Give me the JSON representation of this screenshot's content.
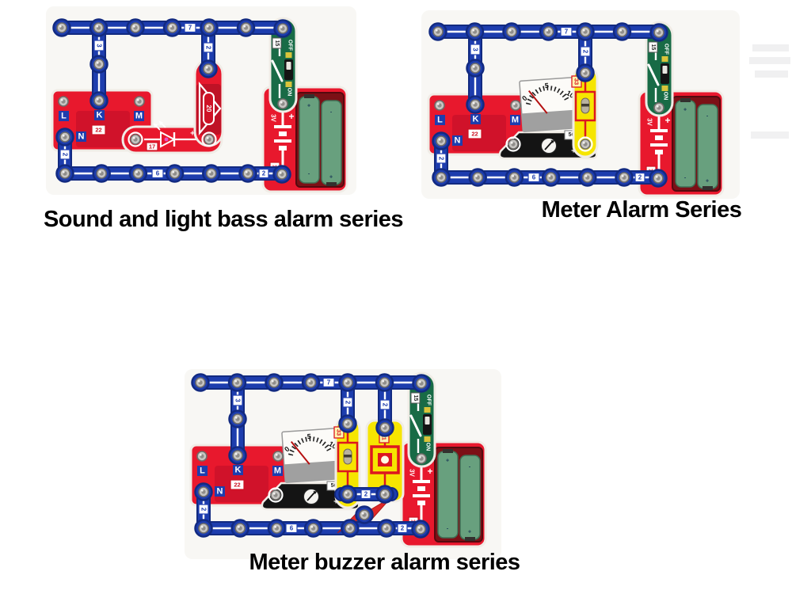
{
  "page": {
    "background": "#ffffff"
  },
  "colors": {
    "wire_blue": "#1d3dae",
    "board_red": "#e8182d",
    "switch_green": "#186b46",
    "part_yellow": "#f6e500",
    "meter_black": "#141414",
    "battery_green": "#68a07e",
    "accent_red": "#dd1620"
  },
  "labels": {
    "wires": {
      "w7": "7",
      "w6": "6",
      "w3": "3",
      "w2": "2"
    },
    "music_ic": {
      "l": "L",
      "k": "K",
      "m": "M",
      "n": "N",
      "part": "22"
    },
    "led": {
      "part": "17",
      "plus": "+"
    },
    "speaker": {
      "part": "20"
    },
    "switch": {
      "part": "15",
      "off": "OFF",
      "on": "ON"
    },
    "battery": {
      "part": "19",
      "voltage": "3V",
      "plus": "+",
      "minus": "-"
    },
    "meter": {
      "part": "56",
      "plus": "+",
      "scale_0": "0",
      "scale_5": "5",
      "scale_10": "10"
    },
    "resistor": {
      "part": "33"
    },
    "buzzer": {
      "part": "11"
    }
  },
  "circuits": [
    {
      "id": "sound-light-bass-alarm",
      "caption": "Sound and light bass alarm series"
    },
    {
      "id": "meter-alarm",
      "caption": "Meter Alarm Series"
    },
    {
      "id": "meter-buzzer-alarm",
      "caption": "Meter buzzer alarm series"
    }
  ]
}
